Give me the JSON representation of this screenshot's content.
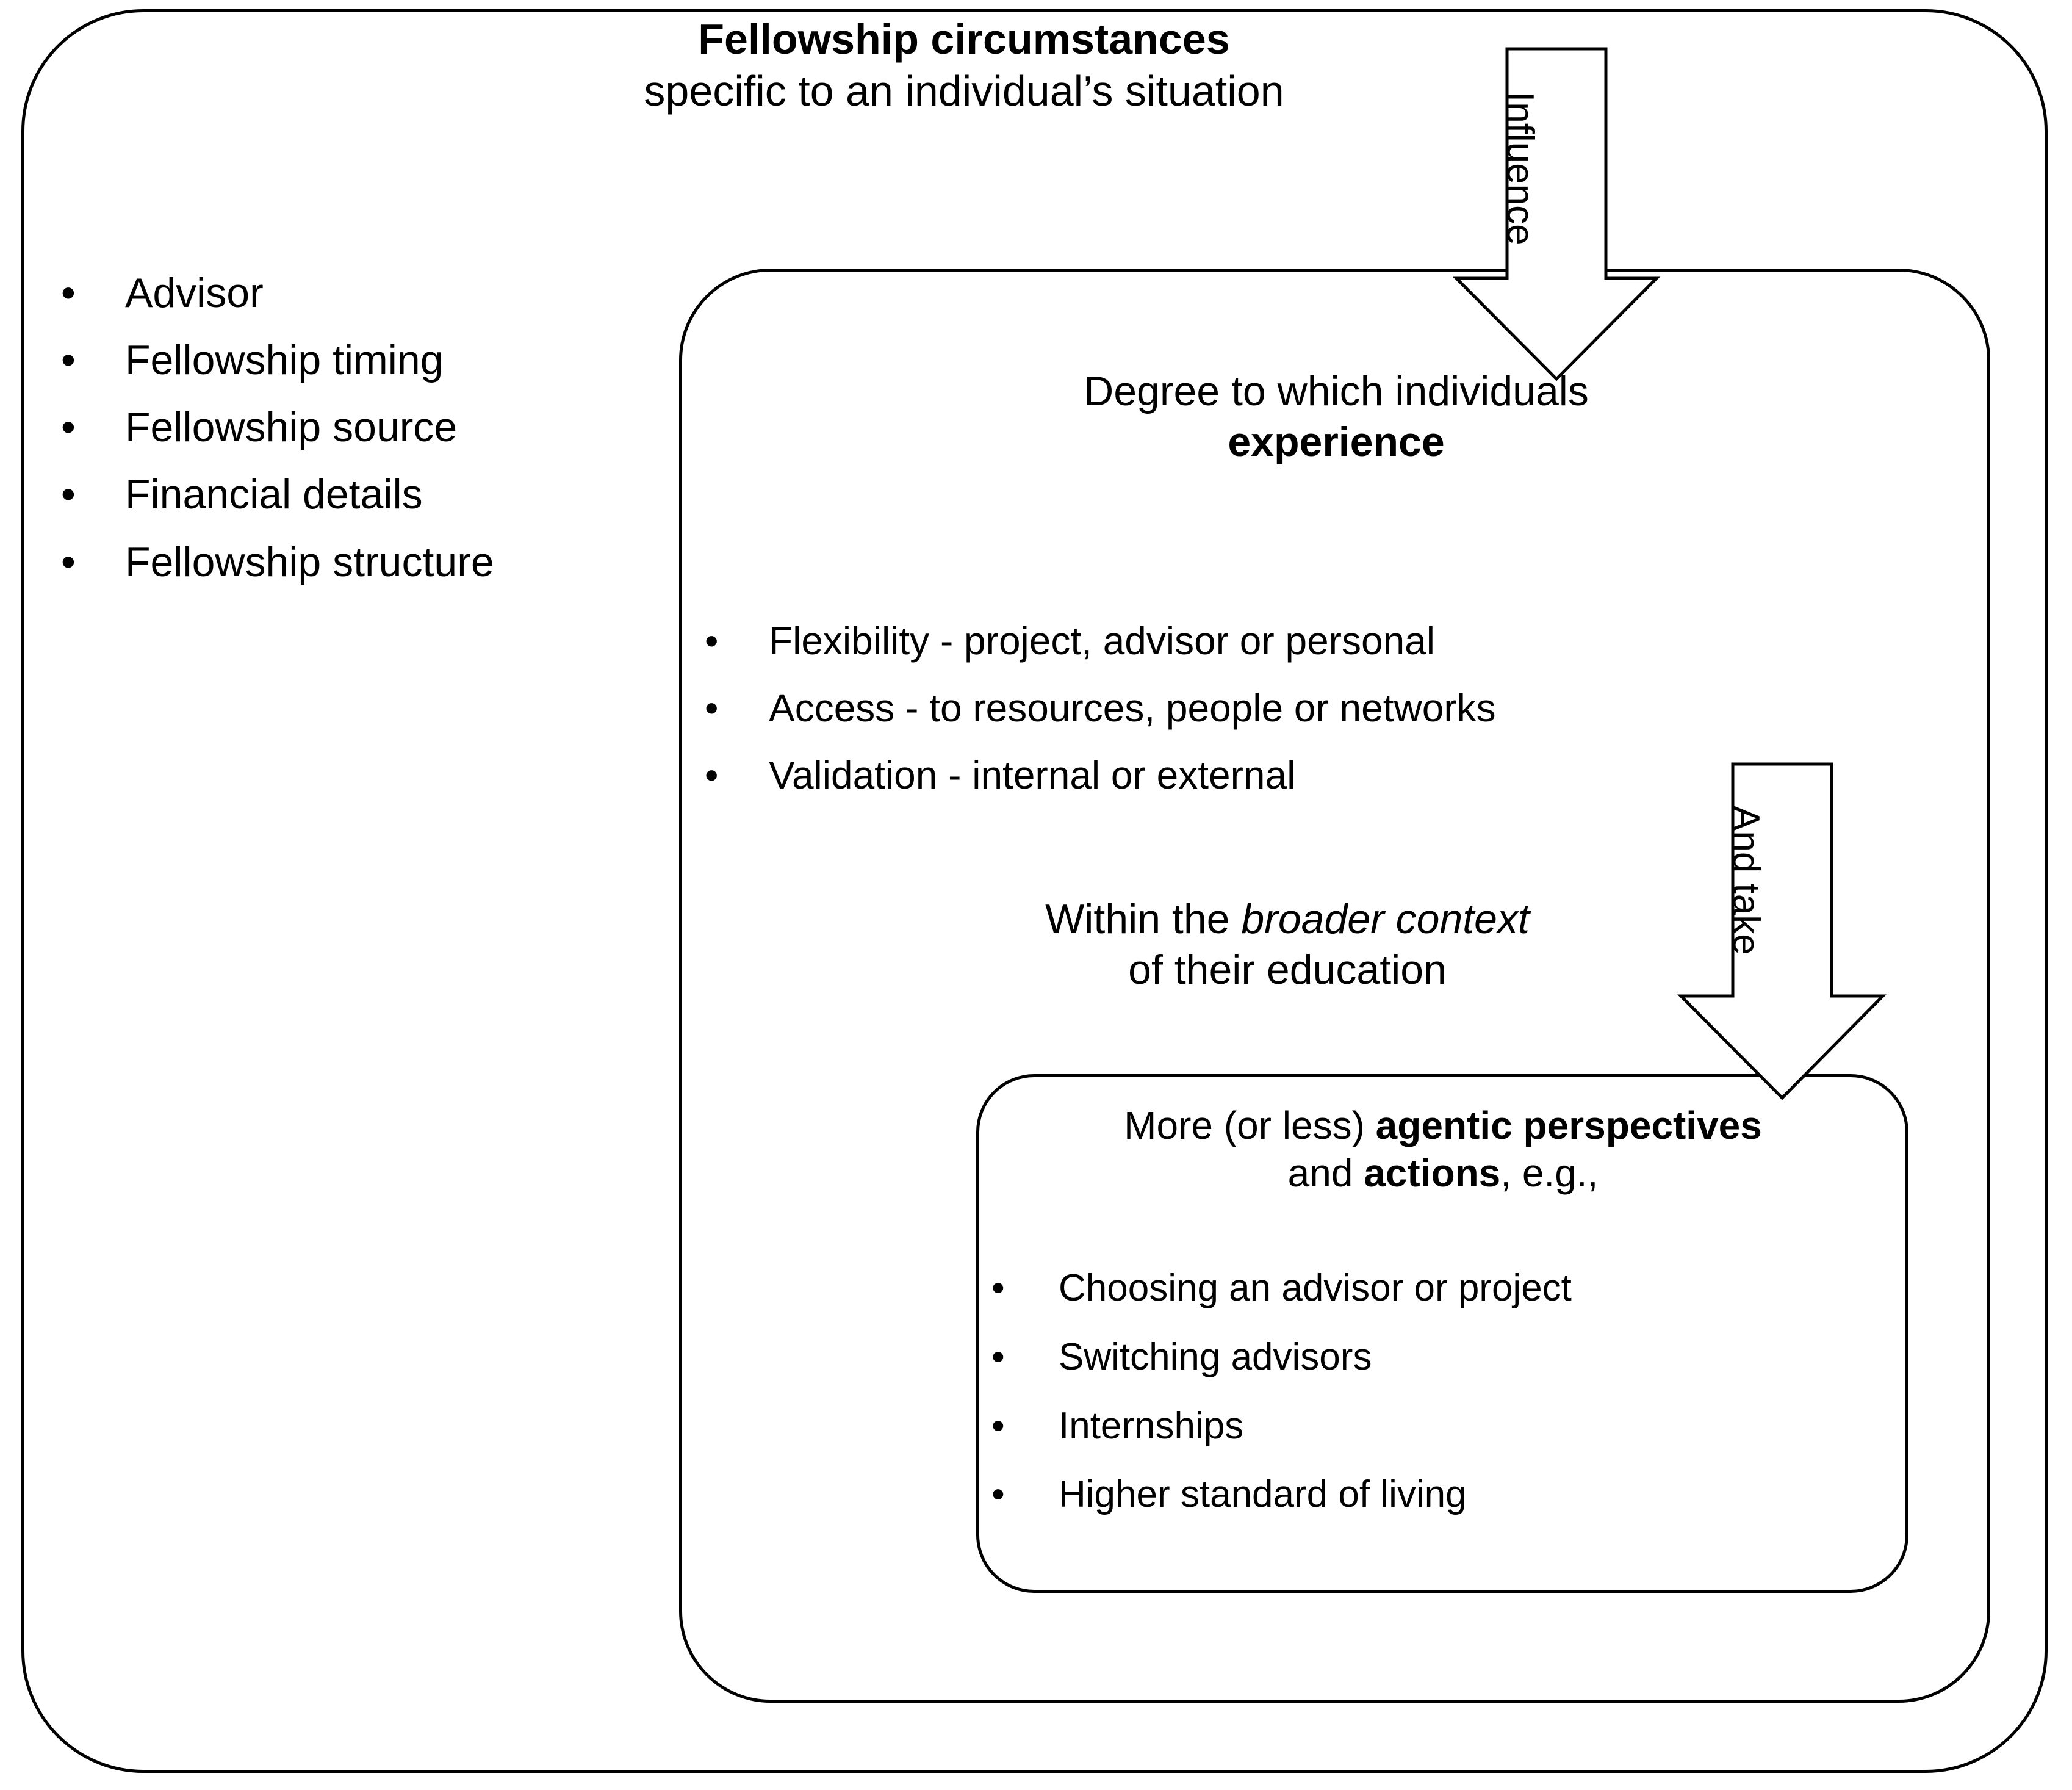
{
  "diagram": {
    "title": "Fellowship circumstances and individual agency model",
    "outer_container": {
      "heading_line1": "Fellowship circumstances",
      "heading_line2": "specific to an individual’s situation",
      "bullets": [
        "Advisor",
        "Fellowship timing",
        "Fellowship source",
        "Financial details",
        "Fellowship structure"
      ]
    },
    "middle_container": {
      "heading_line1": "Degree to which individuals",
      "heading_line2": "experience",
      "bullets": [
        "Flexibility - project, advisor or personal",
        "Access - to resources, people or networks",
        "Validation - internal or external"
      ],
      "context_line1_prefix": "Within the ",
      "context_line1_italic": "broader context",
      "context_line2": "of their education"
    },
    "inner_container": {
      "heading_line1_prefix": "More (or less) ",
      "heading_line1_bold": "agentic perspectives",
      "heading_line2_prefix": "and ",
      "heading_line2_bold": "actions",
      "heading_line2_suffix": ", e.g.,",
      "bullets": [
        "Choosing an advisor or project",
        "Switching advisors",
        "Internships",
        "Higher standard of living"
      ]
    },
    "arrows": [
      {
        "id": "influence",
        "label": "Influence",
        "direction": "down"
      },
      {
        "id": "and-take",
        "label": "And take",
        "direction": "down"
      }
    ],
    "bullet_glyph": "•",
    "colors": {
      "stroke": "#000000",
      "background": "#ffffff",
      "text": "#000000"
    }
  }
}
